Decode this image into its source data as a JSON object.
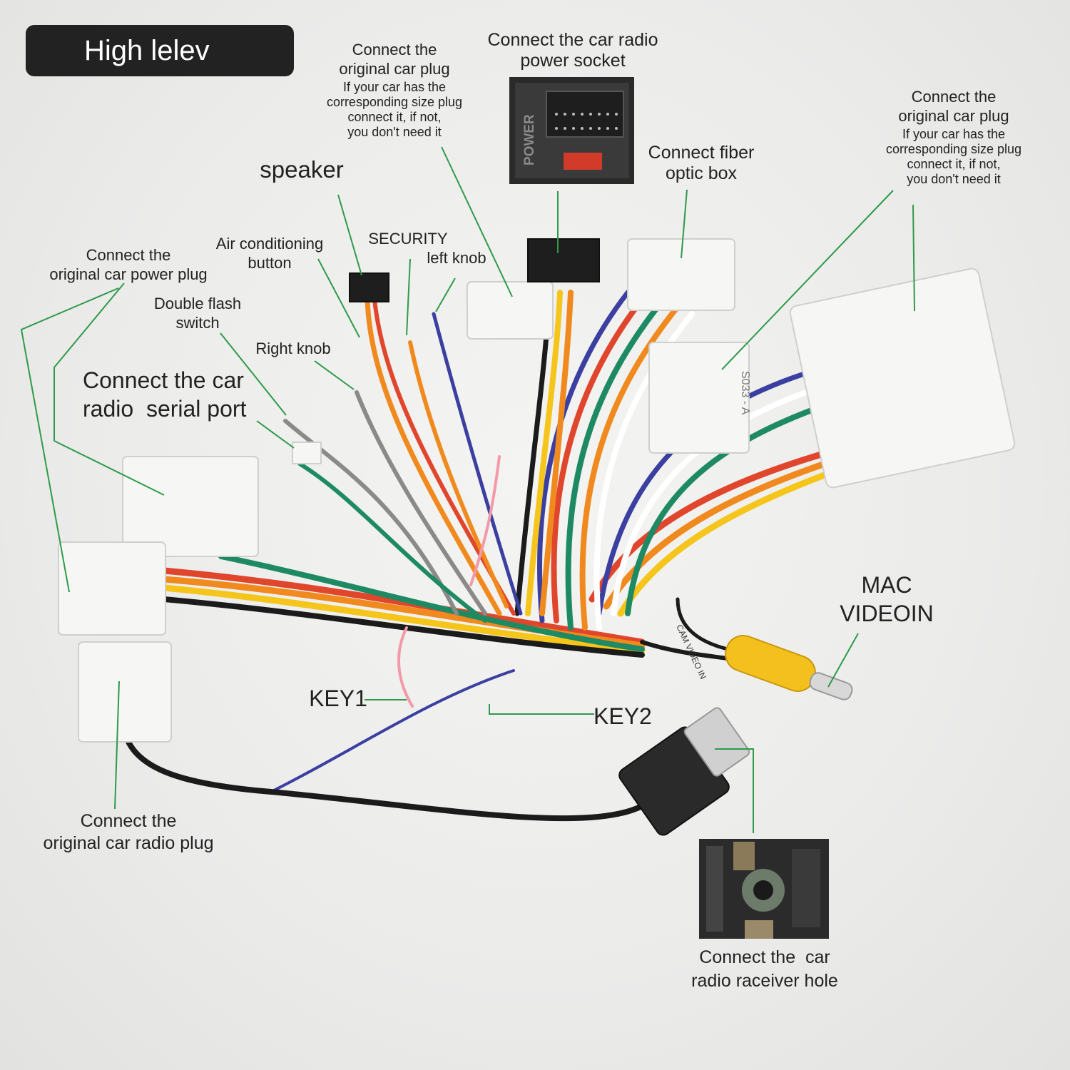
{
  "title": "High lelev",
  "colors": {
    "leader": "#2e9a4a",
    "badge_bg": "#222222",
    "badge_text": "#ffffff"
  },
  "labels": {
    "orig_plug_top": {
      "title": "Connect the\noriginal car plug",
      "note": "If your car has the\ncorresponding size plug\nconnect it, if not,\nyou don't need it"
    },
    "power_socket": "Connect the car radio\npower socket",
    "orig_plug_right": {
      "title": "Connect the\noriginal car plug",
      "note": "If your car has the\ncorresponding size plug\nconnect it, if not,\nyou don't need it"
    },
    "fiber": "Connect fiber\noptic box",
    "speaker": "speaker",
    "air_cond": "Air conditioning\nbutton",
    "security": "SECURITY",
    "left_knob": "left knob",
    "power_plug": "Connect the\noriginal car power plug",
    "double_flash": "Double flash\nswitch",
    "right_knob": "Right knob",
    "serial_port": "Connect the car\nradio  serial port",
    "mac_videoin": "MAC\nVIDEOIN",
    "key1": "KEY1",
    "key2": "KEY2",
    "radio_plug": "Connect the\noriginal car radio plug",
    "receiver_hole": "Connect the  car\nradio raceiver hole"
  },
  "socket_text": "POWER",
  "connector_text": "S033 - A",
  "cam_label": "CAM\nVIDEO IN"
}
